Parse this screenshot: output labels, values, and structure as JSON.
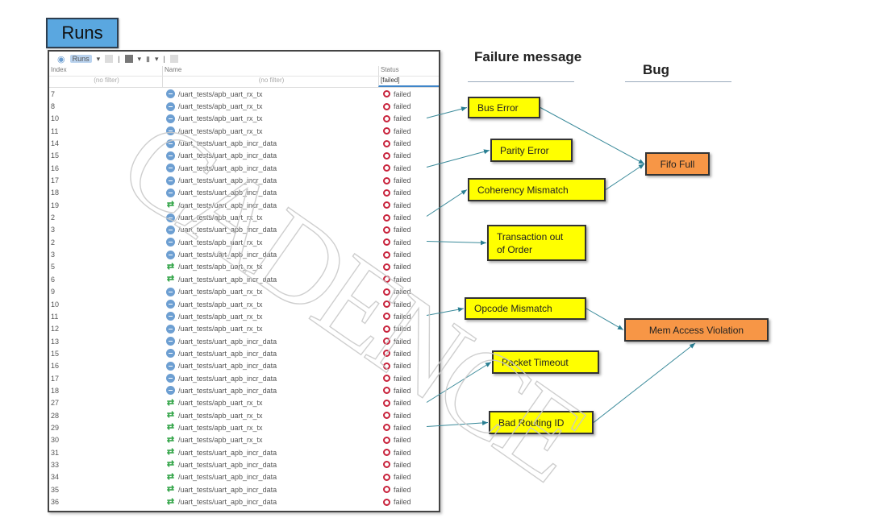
{
  "runs_label": "Runs",
  "toolbar": {
    "runs_button": "Runs"
  },
  "table": {
    "columns": [
      "Index",
      "Name",
      "Status"
    ],
    "filters": [
      "(no filter)",
      "(no filter)",
      "[failed]"
    ],
    "rows": [
      {
        "index": "7",
        "icon": "run",
        "name": "/uart_tests/apb_uart_rx_tx",
        "status": "failed"
      },
      {
        "index": "8",
        "icon": "run",
        "name": "/uart_tests/apb_uart_rx_tx",
        "status": "failed"
      },
      {
        "index": "10",
        "icon": "run",
        "name": "/uart_tests/apb_uart_rx_tx",
        "status": "failed"
      },
      {
        "index": "11",
        "icon": "run",
        "name": "/uart_tests/apb_uart_rx_tx",
        "status": "failed"
      },
      {
        "index": "14",
        "icon": "run",
        "name": "/uart_tests/uart_apb_incr_data",
        "status": "failed"
      },
      {
        "index": "15",
        "icon": "run",
        "name": "/uart_tests/uart_apb_incr_data",
        "status": "failed"
      },
      {
        "index": "16",
        "icon": "run",
        "name": "/uart_tests/uart_apb_incr_data",
        "status": "failed"
      },
      {
        "index": "17",
        "icon": "run",
        "name": "/uart_tests/uart_apb_incr_data",
        "status": "failed"
      },
      {
        "index": "18",
        "icon": "run",
        "name": "/uart_tests/uart_apb_incr_data",
        "status": "failed"
      },
      {
        "index": "19",
        "icon": "rerun",
        "name": "/uart_tests/uart_apb_incr_data",
        "status": "failed"
      },
      {
        "index": "2",
        "icon": "run",
        "name": "/uart_tests/apb_uart_rx_tx",
        "status": "failed"
      },
      {
        "index": "3",
        "icon": "run",
        "name": "/uart_tests/uart_apb_incr_data",
        "status": "failed"
      },
      {
        "index": "2",
        "icon": "run",
        "name": "/uart_tests/apb_uart_rx_tx",
        "status": "failed"
      },
      {
        "index": "3",
        "icon": "run",
        "name": "/uart_tests/uart_apb_incr_data",
        "status": "failed"
      },
      {
        "index": "5",
        "icon": "rerun",
        "name": "/uart_tests/apb_uart_rx_tx",
        "status": "failed"
      },
      {
        "index": "6",
        "icon": "rerun",
        "name": "/uart_tests/uart_apb_incr_data",
        "status": "failed"
      },
      {
        "index": "9",
        "icon": "run",
        "name": "/uart_tests/apb_uart_rx_tx",
        "status": "failed"
      },
      {
        "index": "10",
        "icon": "run",
        "name": "/uart_tests/apb_uart_rx_tx",
        "status": "failed"
      },
      {
        "index": "11",
        "icon": "run",
        "name": "/uart_tests/apb_uart_rx_tx",
        "status": "failed"
      },
      {
        "index": "12",
        "icon": "run",
        "name": "/uart_tests/apb_uart_rx_tx",
        "status": "failed"
      },
      {
        "index": "13",
        "icon": "run",
        "name": "/uart_tests/uart_apb_incr_data",
        "status": "failed"
      },
      {
        "index": "15",
        "icon": "run",
        "name": "/uart_tests/uart_apb_incr_data",
        "status": "failed"
      },
      {
        "index": "16",
        "icon": "run",
        "name": "/uart_tests/uart_apb_incr_data",
        "status": "failed"
      },
      {
        "index": "17",
        "icon": "run",
        "name": "/uart_tests/uart_apb_incr_data",
        "status": "failed"
      },
      {
        "index": "18",
        "icon": "run",
        "name": "/uart_tests/uart_apb_incr_data",
        "status": "failed"
      },
      {
        "index": "27",
        "icon": "rerun",
        "name": "/uart_tests/apb_uart_rx_tx",
        "status": "failed"
      },
      {
        "index": "28",
        "icon": "rerun",
        "name": "/uart_tests/apb_uart_rx_tx",
        "status": "failed"
      },
      {
        "index": "29",
        "icon": "rerun",
        "name": "/uart_tests/apb_uart_rx_tx",
        "status": "failed"
      },
      {
        "index": "30",
        "icon": "rerun",
        "name": "/uart_tests/apb_uart_rx_tx",
        "status": "failed"
      },
      {
        "index": "31",
        "icon": "rerun",
        "name": "/uart_tests/uart_apb_incr_data",
        "status": "failed"
      },
      {
        "index": "33",
        "icon": "rerun",
        "name": "/uart_tests/uart_apb_incr_data",
        "status": "failed"
      },
      {
        "index": "34",
        "icon": "rerun",
        "name": "/uart_tests/uart_apb_incr_data",
        "status": "failed"
      },
      {
        "index": "35",
        "icon": "rerun",
        "name": "/uart_tests/uart_apb_incr_data",
        "status": "failed"
      },
      {
        "index": "36",
        "icon": "rerun",
        "name": "/uart_tests/uart_apb_incr_data",
        "status": "failed"
      }
    ]
  },
  "headers": {
    "failure_message": "Failure message",
    "bug": "Bug"
  },
  "failure_messages": [
    "Bus Error",
    "Parity Error",
    "Coherency Mismatch",
    "Transaction out of Order",
    "Opcode Mismatch",
    "Packet Timeout",
    "Bad Routing ID"
  ],
  "bugs": [
    "Fifo Full",
    "Mem Access Violation"
  ],
  "links": [
    {
      "from_row": 2,
      "to_message": "Bus Error"
    },
    {
      "from_row": 6,
      "to_message": "Parity Error"
    },
    {
      "from_row": 10,
      "to_message": "Coherency Mismatch"
    },
    {
      "from_row": 12,
      "to_message": "Transaction out of Order"
    },
    {
      "from_row": 18,
      "to_message": "Opcode Mismatch"
    },
    {
      "from_row": 25,
      "to_message": "Packet Timeout"
    },
    {
      "from_row": 27,
      "to_message": "Bad Routing ID"
    },
    {
      "from_message": "Bus Error",
      "to_bug": "Fifo Full"
    },
    {
      "from_message": "Coherency Mismatch",
      "to_bug": "Fifo Full"
    },
    {
      "from_message": "Opcode Mismatch",
      "to_bug": "Mem Access Violation"
    },
    {
      "from_message": "Bad Routing ID",
      "to_bug": "Mem Access Violation"
    }
  ],
  "watermark": "CADENCE",
  "colors": {
    "message_box": "#ffff00",
    "bug_box": "#f79646",
    "arrow": "#3a8a9a",
    "fail_icon": "#c8233c",
    "runs_label": "#5aa7e0"
  }
}
